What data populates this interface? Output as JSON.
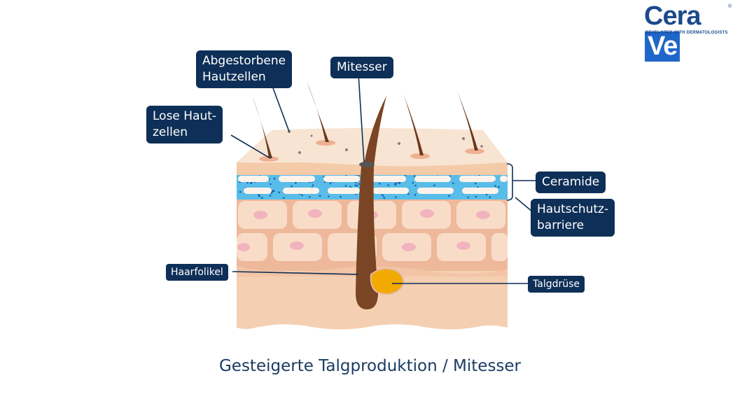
{
  "brand": {
    "logo_text_main": "Cera",
    "logo_text_accent": "Ve",
    "logo_tagline": "DEVELOPED WITH DERMATOLOGISTS",
    "registered_mark": "®"
  },
  "labels": {
    "dead_cells": [
      "Abgestorbene",
      "Hautzellen"
    ],
    "blackhead": "Mitesser",
    "loose_cells": [
      "Lose Haut-",
      "zellen"
    ],
    "ceramides": "Ceramide",
    "skin_barrier": [
      "Hautschutz-",
      "barriere"
    ],
    "hair_follicle": "Haarfolikel",
    "sebaceous_gland": "Talgdrüse"
  },
  "caption": "Gesteigerte Talgproduktion / Mitesser",
  "colors": {
    "label_bg": "#0e2f57",
    "label_text": "#ffffff",
    "caption": "#1b3b63",
    "skin_top": "#f7e2cf",
    "skin_side": "#f4c9aa",
    "barrier": "#58bde8",
    "hair": "#6b3a1e",
    "gland": "#f2a900"
  }
}
